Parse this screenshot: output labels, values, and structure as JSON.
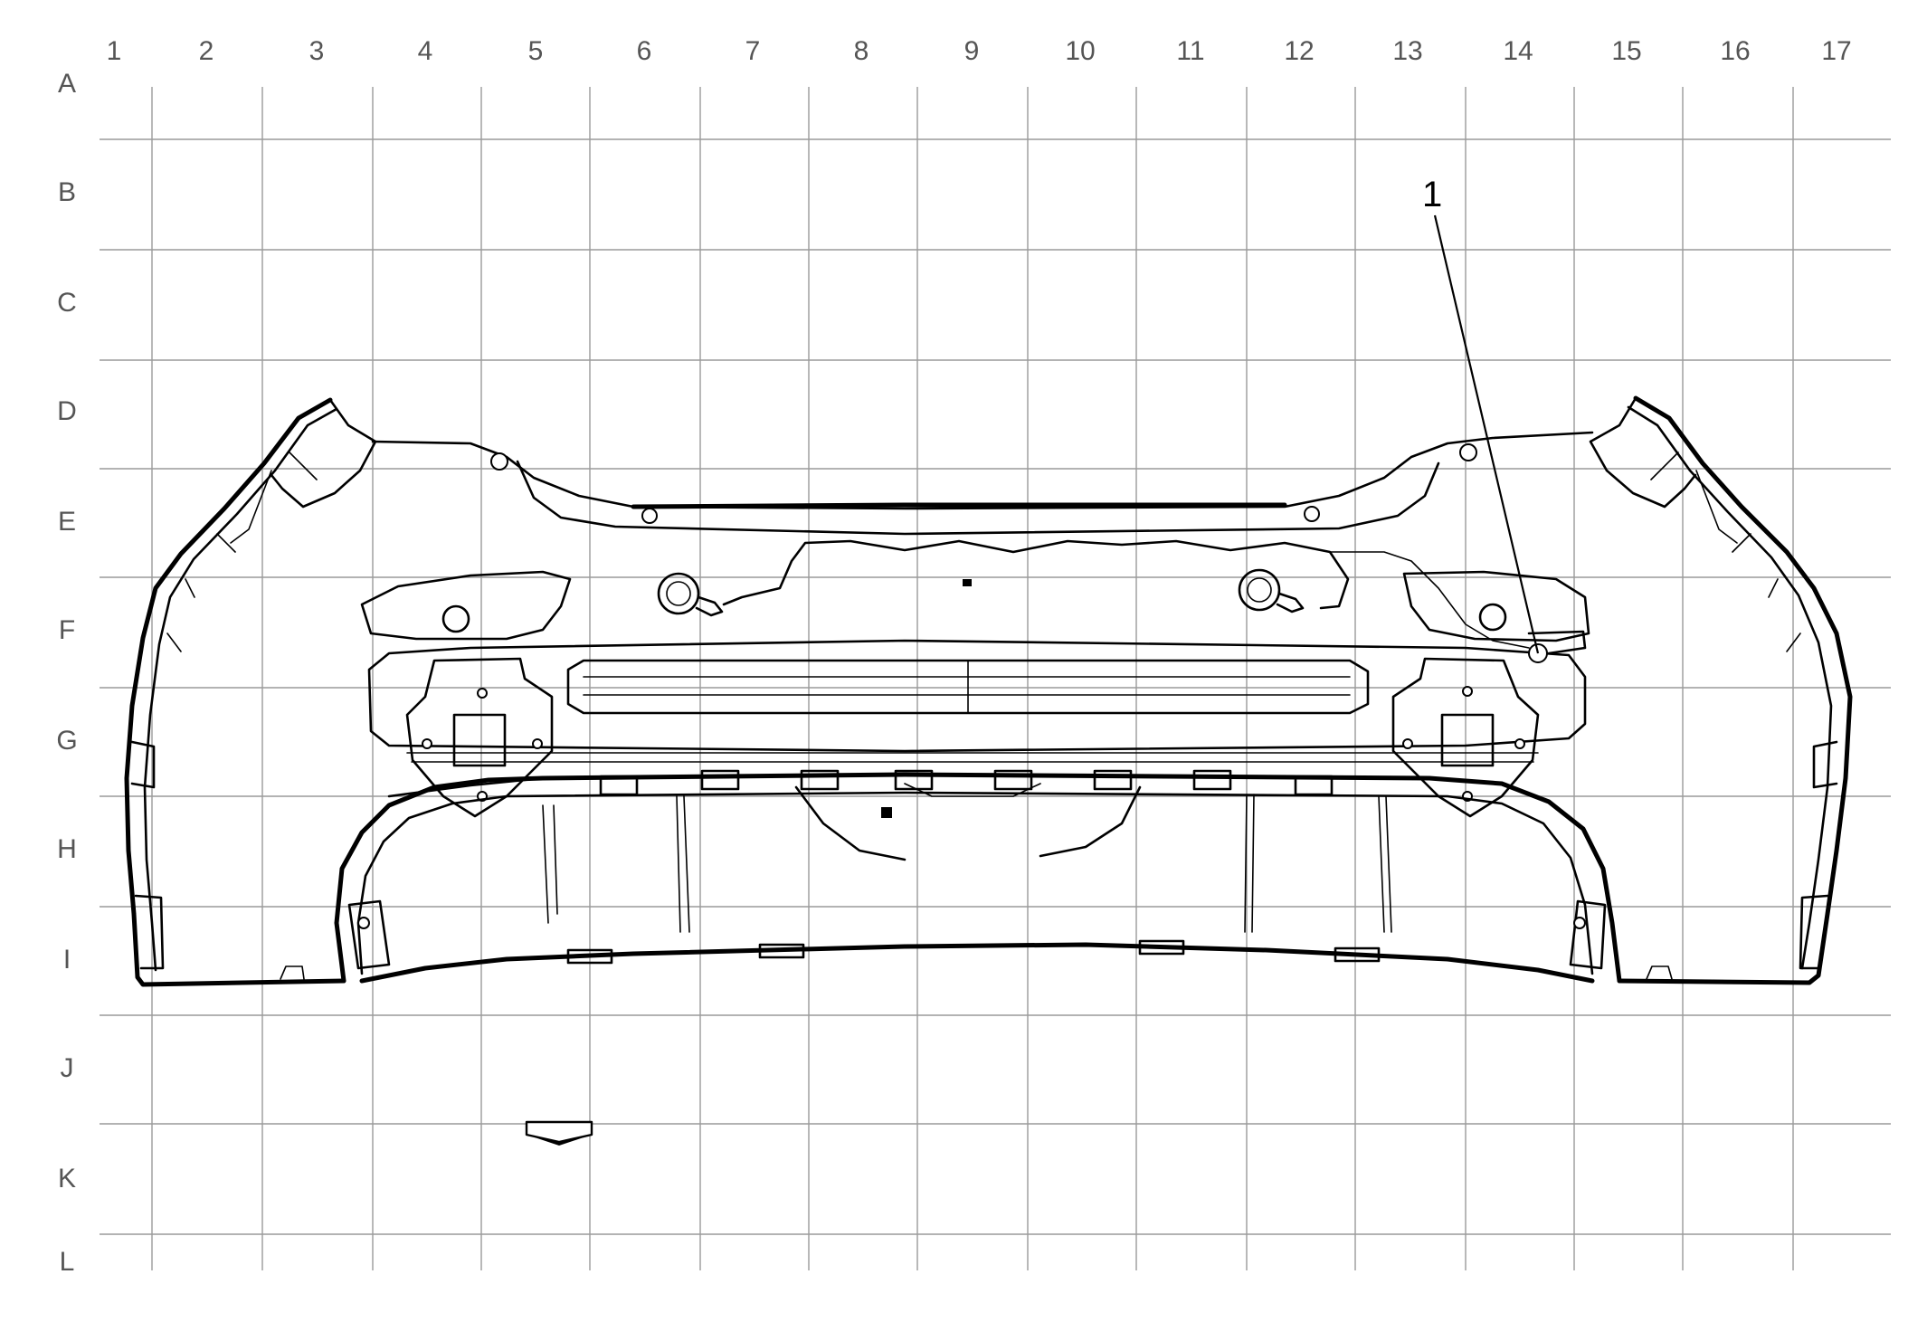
{
  "grid": {
    "column_labels": [
      "1",
      "2",
      "3",
      "4",
      "5",
      "6",
      "7",
      "8",
      "9",
      "10",
      "11",
      "12",
      "13",
      "14",
      "15",
      "16",
      "17"
    ],
    "row_labels": [
      "A",
      "B",
      "C",
      "D",
      "E",
      "F",
      "G",
      "H",
      "I",
      "J",
      "K",
      "L"
    ]
  },
  "callouts": [
    {
      "label": "1"
    }
  ],
  "colors": {
    "grid": "#9a9a9a",
    "label": "#555555",
    "line_art": "#000000",
    "background": "#ffffff"
  },
  "icons": {
    "view_direction": "view-direction-arrow-icon"
  }
}
